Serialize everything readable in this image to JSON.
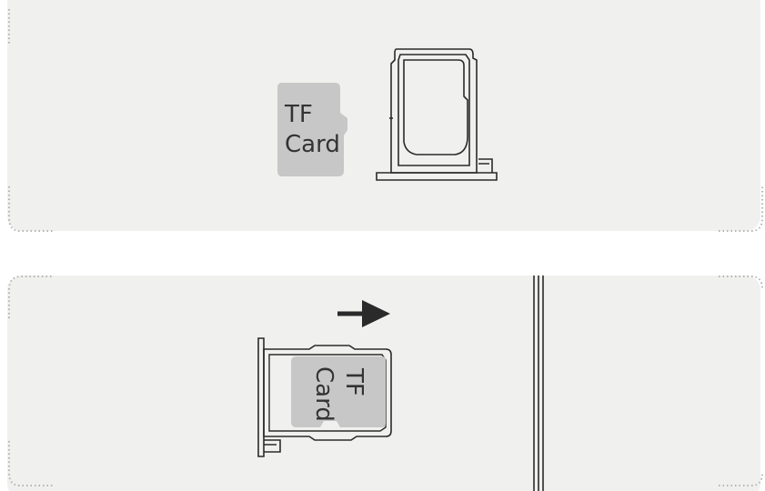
{
  "panel_top": {
    "card": {
      "line1": "TF",
      "line2": "Card"
    }
  },
  "panel_bottom": {
    "card": {
      "line1": "TF",
      "line2": "Card"
    },
    "direction": "right"
  },
  "colors": {
    "panel_bg": "#f0f0ef",
    "card_fill": "#c7c7c7",
    "stroke": "#2a2a2a",
    "dots": "#b3b3b3"
  }
}
